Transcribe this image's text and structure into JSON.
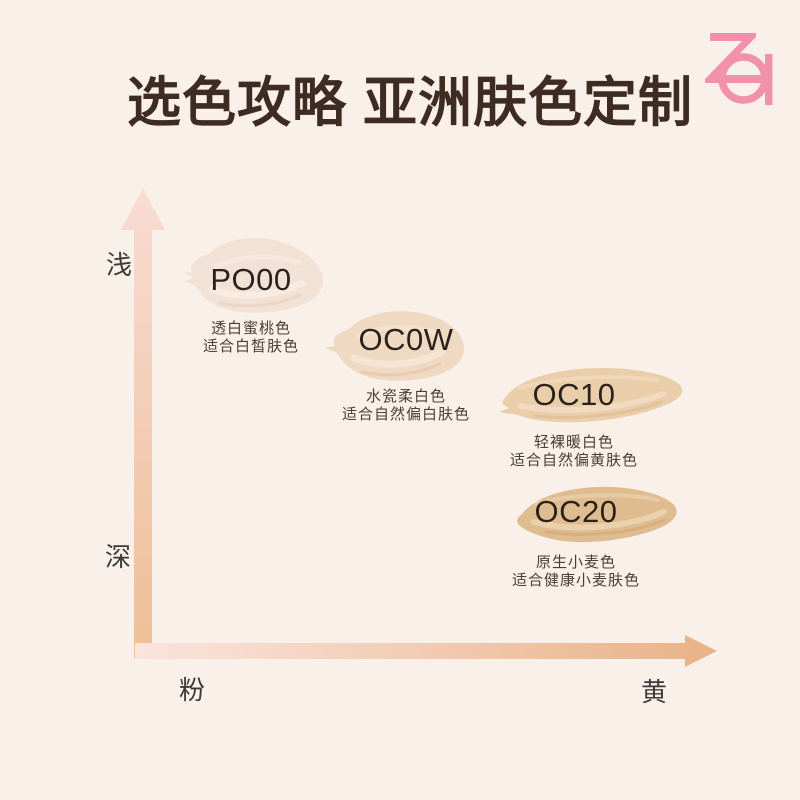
{
  "page": {
    "background_color": "#FAF0EA"
  },
  "header": {
    "title": "选色攻略 亚洲肤色定制",
    "title_color": "#3E2C22",
    "brand_logo": "Za",
    "brand_color": "#F191AE"
  },
  "chart_data": {
    "type": "scatter",
    "title": "选色攻略 亚洲肤色定制",
    "x_axis": {
      "left_label": "粉",
      "right_label": "黄"
    },
    "y_axis": {
      "top_label": "浅",
      "bottom_label": "深"
    },
    "axis_colors": {
      "x_gradient_left": "#FAE4DD",
      "x_gradient_right": "#E9B287",
      "y_gradient_bottom": "#EEBE96",
      "y_gradient_top": "#F8DCD3"
    },
    "legend_position": "none",
    "grid": false,
    "points": [
      {
        "code": "PO00",
        "name": "透白蜜桃色",
        "suits": "适合白皙肤色",
        "x": 0.2,
        "y": 0.82,
        "swatch_color": "#F2E1D5",
        "highlight_color": "#F9EDE4",
        "shadow_color": "#E7CDBB"
      },
      {
        "code": "OC0W",
        "name": "水瓷柔白色",
        "suits": "适合自然偏白肤色",
        "x": 0.45,
        "y": 0.67,
        "swatch_color": "#EFD9C2",
        "highlight_color": "#F6E7D6",
        "shadow_color": "#E2C2A3"
      },
      {
        "code": "OC10",
        "name": "轻裸暖白色",
        "suits": "适合自然偏黄肤色",
        "x": 0.78,
        "y": 0.56,
        "swatch_color": "#EACEAA",
        "highlight_color": "#F2DFC5",
        "shadow_color": "#DCB88D"
      },
      {
        "code": "OC20",
        "name": "原生小麦色",
        "suits": "适合健康小麦肤色",
        "x": 0.79,
        "y": 0.31,
        "swatch_color": "#DFBC90",
        "highlight_color": "#EDD5B3",
        "shadow_color": "#D1A777"
      }
    ]
  }
}
